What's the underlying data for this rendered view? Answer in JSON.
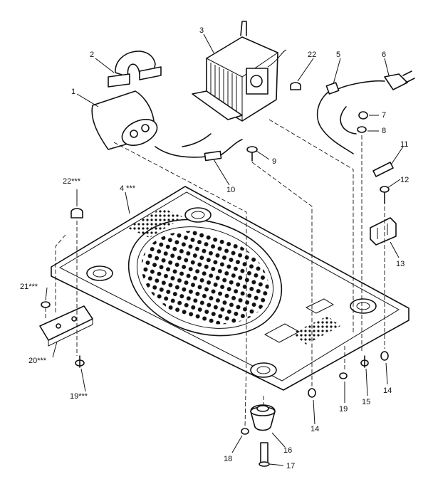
{
  "callouts": {
    "c1": "1",
    "c2": "2",
    "c3": "3",
    "c4": "4 ***",
    "c5": "5",
    "c6": "6",
    "c7": "7",
    "c8": "8",
    "c9": "9",
    "c10": "10",
    "c11": "11",
    "c12": "12",
    "c13": "13",
    "c14a": "14",
    "c14b": "14",
    "c15": "15",
    "c16": "16",
    "c17": "17",
    "c18": "18",
    "c19": "19",
    "c19s": "19***",
    "c20": "20***",
    "c21": "21***",
    "c22": "22",
    "c22s": "22***"
  }
}
